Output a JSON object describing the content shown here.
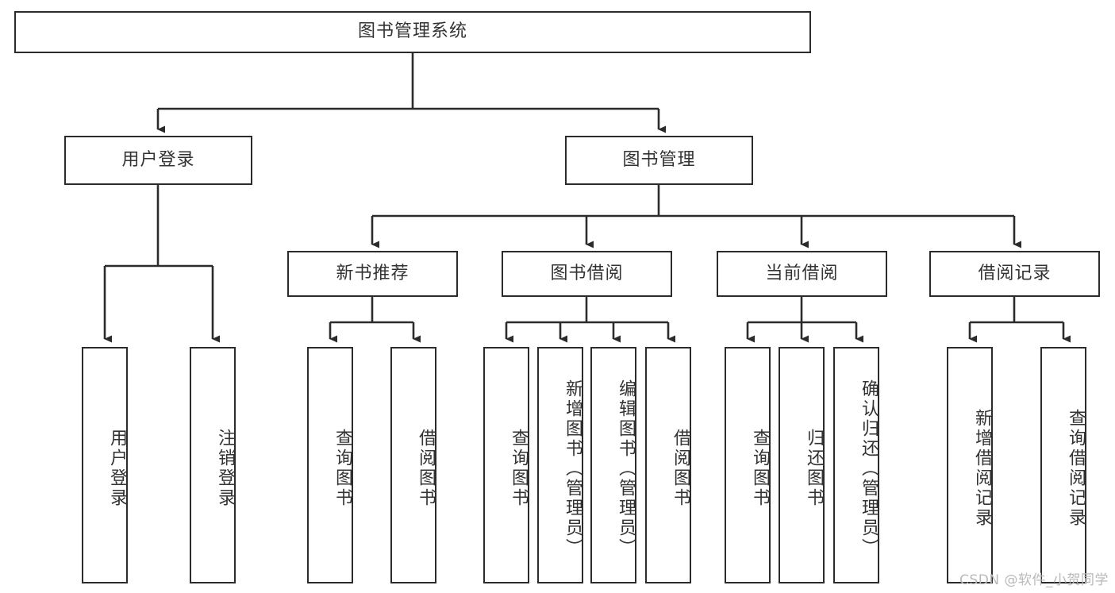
{
  "diagram": {
    "title_node": {
      "id": "root",
      "label": "图书管理系统"
    },
    "level2": [
      {
        "id": "user-login",
        "label": "用户登录"
      },
      {
        "id": "book-manage",
        "label": "图书管理"
      }
    ],
    "level3": [
      {
        "id": "new-book-recommend",
        "label": "新书推荐"
      },
      {
        "id": "book-borrow",
        "label": "图书借阅"
      },
      {
        "id": "current-borrow",
        "label": "当前借阅"
      },
      {
        "id": "borrow-record",
        "label": "借阅记录"
      }
    ],
    "leaves": {
      "user_login": [
        {
          "id": "leaf-user-login",
          "label": "用户登录"
        },
        {
          "id": "leaf-logout",
          "label": "注销登录"
        }
      ],
      "new_book_recommend": [
        {
          "id": "leaf-query-book-1",
          "label": "查询图书"
        },
        {
          "id": "leaf-borrow-book-1",
          "label": "借阅图书"
        }
      ],
      "book_borrow": [
        {
          "id": "leaf-query-book-2",
          "label": "查询图书"
        },
        {
          "id": "leaf-add-book",
          "label": "新增图书（管理员）"
        },
        {
          "id": "leaf-edit-book",
          "label": "编辑图书（管理员）"
        },
        {
          "id": "leaf-borrow-book-2",
          "label": "借阅图书"
        }
      ],
      "current_borrow": [
        {
          "id": "leaf-query-book-3",
          "label": "查询图书"
        },
        {
          "id": "leaf-return-book",
          "label": "归还图书"
        },
        {
          "id": "leaf-confirm-return",
          "label": "确认归还（管理员）"
        }
      ],
      "borrow_record": [
        {
          "id": "leaf-add-record",
          "label": "新增借阅记录"
        },
        {
          "id": "leaf-query-record",
          "label": "查询借阅记录"
        }
      ]
    }
  },
  "watermark": {
    "text": "CSDN @软件_小贺同学"
  },
  "colors": {
    "stroke": "#2b2b2b",
    "text": "#333333",
    "background": "#ffffff",
    "watermark": "#b9b9b9"
  }
}
